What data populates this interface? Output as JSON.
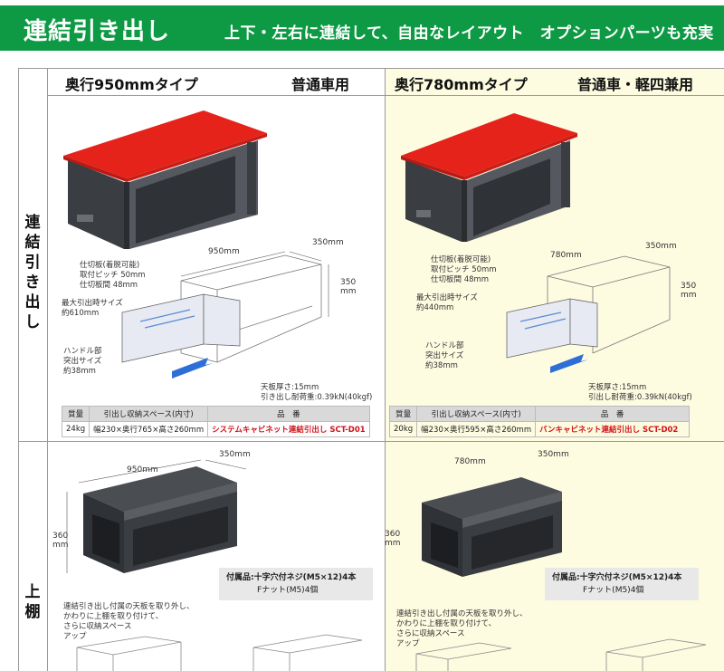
{
  "banner": {
    "title": "連結引き出し",
    "subtitle": "上下・左右に連結して、自由なレイアウト　オプションパーツも充実"
  },
  "columns": {
    "left": {
      "type_label": "奥行950mmタイプ",
      "usage": "普通車用"
    },
    "right": {
      "type_label": "奥行780mmタイプ",
      "usage": "普通車・軽四兼用"
    }
  },
  "rows": {
    "drawer": "連結引き出し",
    "shelf": "上棚"
  },
  "drawer_left": {
    "width": "950mm",
    "depth": "350mm",
    "height": "350\nmm",
    "divider": "仕切板(着脱可能)\n取付ピッチ 50mm\n仕切板間 48mm",
    "max_pull": "最大引出時サイズ\n約610mm",
    "handle": "ハンドル部\n突出サイズ\n約38mm",
    "note": "天板厚さ:15mm\n引き出し耐荷重:0.39kN(40kgf)"
  },
  "drawer_right": {
    "width": "780mm",
    "depth": "350mm",
    "height": "350\nmm",
    "divider": "仕切板(着脱可能)\n取付ピッチ 50mm\n仕切板間 48mm",
    "max_pull": "最大引出時サイズ\n約440mm",
    "handle": "ハンドル部\n突出サイズ\n約38mm",
    "note": "天板厚さ:15mm\n引出し耐荷重:0.39kN(40kgf)"
  },
  "spec_headers": {
    "weight": "質量",
    "space": "引出し収納スペース(内寸)",
    "product": "品　番"
  },
  "spec_left": {
    "weight": "24kg",
    "space": "幅230×奥行765×高さ260mm",
    "product": "システムキャビネット連結引出し SCT-D01"
  },
  "spec_right": {
    "weight": "20kg",
    "space": "幅230×奥行595×高さ260mm",
    "product": "バンキャビネット連結引出し SCT-D02"
  },
  "shelf_left": {
    "width": "950mm",
    "depth": "350mm",
    "height": "360\nmm",
    "acc_line1": "付属品:十字穴付ネジ(M5×12)4本",
    "acc_line2": "Fナット(M5)4個",
    "note": "連結引き出し付属の天板を取り外し、\nかわりに上棚を取り付けて、\nさらに収納スペース\nアップ"
  },
  "shelf_right": {
    "width": "780mm",
    "depth": "350mm",
    "height": "360\nmm",
    "acc_line1": "付属品:十字穴付ネジ(M5×12)4本",
    "acc_line2": "Fナット(M5)4個",
    "note": "連結引き出し付属の天板を取り外し、\nかわりに上棚を取り付けて、\nさらに収納スペース\nアップ"
  },
  "colors": {
    "banner_green": "#0e9a44",
    "top_red": "#e5231b",
    "cabinet_dark": "#3a3d42",
    "right_bg": "#fdfbe0",
    "product_red": "#d0121b"
  }
}
